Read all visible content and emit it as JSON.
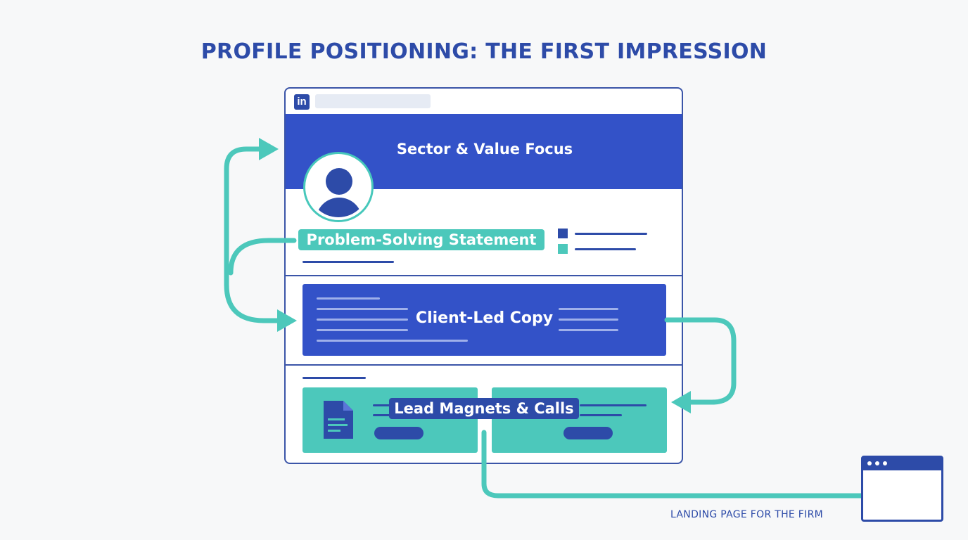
{
  "title": "PROFILE POSITIONING: THE FIRST IMPRESSION",
  "profile": {
    "logo_text": "in",
    "banner_label": "Sector & Value Focus",
    "headline_label": "Problem-Solving Statement",
    "copy_label": "Client-Led Copy",
    "featured_label": "Lead Magnets & Calls"
  },
  "destination": {
    "label": "LANDING PAGE FOR THE FIRM"
  },
  "colors": {
    "primary_blue": "#3352c8",
    "dark_blue": "#2d4ba8",
    "teal": "#4cc8bb",
    "background": "#f7f8f9"
  },
  "icons": [
    "linkedin-logo-icon",
    "avatar-icon",
    "document-icon",
    "browser-window-icon",
    "arrow-right-icon",
    "arrow-left-icon"
  ]
}
